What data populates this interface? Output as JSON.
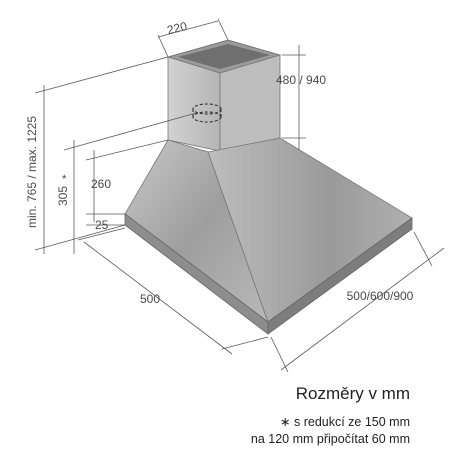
{
  "dimensions": {
    "chimney_width": "220",
    "chimney_height": "480 / 940",
    "total_height": "min. 765 / max. 1225",
    "outlet_height": "305",
    "outlet_asterisk": "*",
    "canopy_height": "260",
    "base_height": "25",
    "depth": "500",
    "width": "500/600/900"
  },
  "caption": {
    "title": "Rozměry v mm",
    "note_line1": "∗ s redukcí ze 150 mm",
    "note_line2": "na 120 mm připočítat 60 mm"
  },
  "colors": {
    "steel_light": "#d6d6d6",
    "steel_mid": "#b3b3b3",
    "steel_dark": "#8f8f8f",
    "line": "#5a5a5a"
  }
}
